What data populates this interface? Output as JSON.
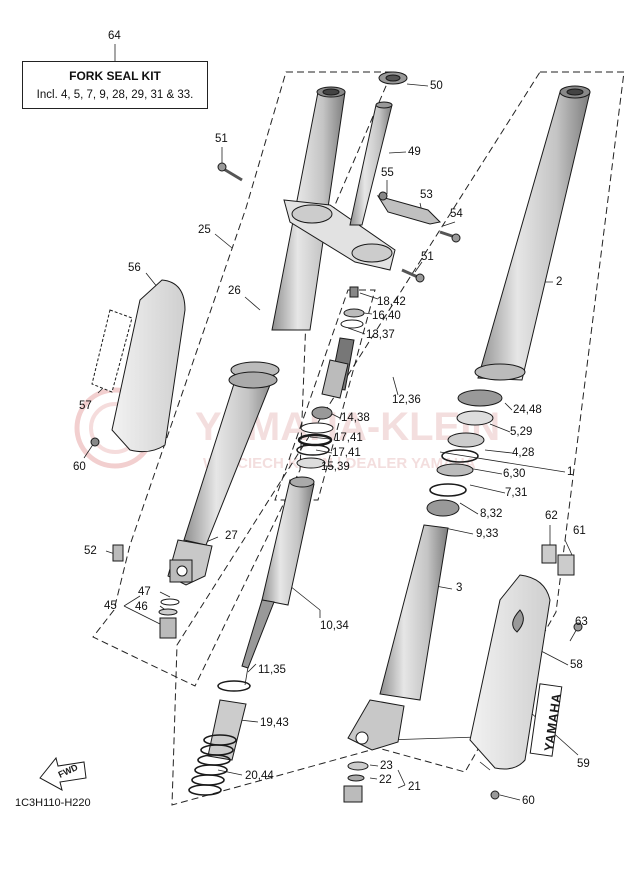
{
  "kit": {
    "number": "64",
    "title": "FORK SEAL KIT",
    "includes": "Incl. 4, 5, 7, 9, 28, 29, 31 & 33."
  },
  "drawing_code": "1C3H110-H220",
  "fwd_label": "FWD",
  "brand_decal": "YAMAHA",
  "watermark": {
    "line1": "YAMAHA-KLEIN",
    "line2": "WOJCIECH KLEIN | DEALER YAMAHA"
  },
  "callouts": {
    "c50": "50",
    "c49": "49",
    "c51a": "51",
    "c55": "55",
    "c53": "53",
    "c54": "54",
    "c51b": "51",
    "c25": "25",
    "c56": "56",
    "c26": "26",
    "c2": "2",
    "c18_42": "18,42",
    "c16_40": "16,40",
    "c13_37": "13,37",
    "c12_36": "12,36",
    "c57": "57",
    "c24_48": "24,48",
    "c14_38": "14,38",
    "c5_29": "5,29",
    "c17_41a": "17,41",
    "c17_41b": "17,41",
    "c4_28": "4,28",
    "c1": "1",
    "c60a": "60",
    "c15_39": "15,39",
    "c6_30": "6,30",
    "c7_31": "7,31",
    "c8_32": "8,32",
    "c62": "62",
    "c61": "61",
    "c27": "27",
    "c9_33": "9,33",
    "c52": "52",
    "c3": "3",
    "c47": "47",
    "c46": "46",
    "c45": "45",
    "c63": "63",
    "c10_34": "10,34",
    "c58": "58",
    "c11_35": "11,35",
    "c19_43": "19,43",
    "c59": "59",
    "c23": "23",
    "c22": "22",
    "c21": "21",
    "c20_44": "20,44",
    "c60b": "60"
  },
  "colors": {
    "line": "#1a1a1a",
    "part_fill": "#dcdcdc",
    "part_dark": "#9a9a9a",
    "watermark": "#e8b0b0"
  }
}
